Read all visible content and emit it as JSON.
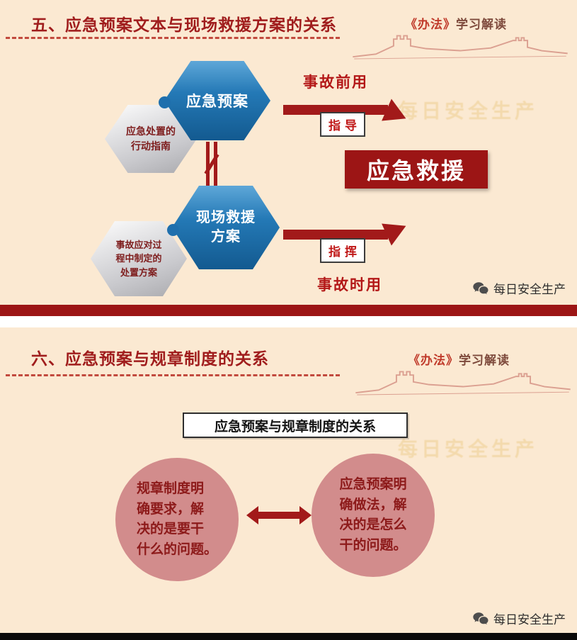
{
  "page": {
    "background": "#fbe9d2",
    "accent_red": "#9c1515",
    "hex_blue": "#2479b6",
    "circle_pink": "#d28c8c"
  },
  "slide1": {
    "title": "五、应急预案文本与现场救援方案的关系",
    "badge_book": "《办法》",
    "badge_rest": "学习解读",
    "faint_watermark": "每日安全生产",
    "hex_emergency_plan": "应急预案",
    "hex_plan_note": "应急处置的\n行动指南",
    "hex_rescue_plan": "现场救援\n方案",
    "hex_rescue_note": "事故应对过\n程中制定的\n处置方案",
    "label_before_accident": "事故前用",
    "label_guide": "指导",
    "label_rescue": "应急救援",
    "label_command": "指挥",
    "label_during_accident": "事故时用",
    "watermark": "每日安全生产"
  },
  "slide2": {
    "title": "六、应急预案与规章制度的关系",
    "badge_book": "《办法》",
    "badge_rest": "学习解读",
    "faint_watermark": "每日安全生产",
    "box_title": "应急预案与规章制度的关系",
    "circle_left": "规章制度明\n确要求，解\n决的是要干\n什么的问题。",
    "circle_right": "应急预案明\n确做法，解\n决的是怎么\n干的问题。",
    "watermark": "每日安全生产"
  }
}
